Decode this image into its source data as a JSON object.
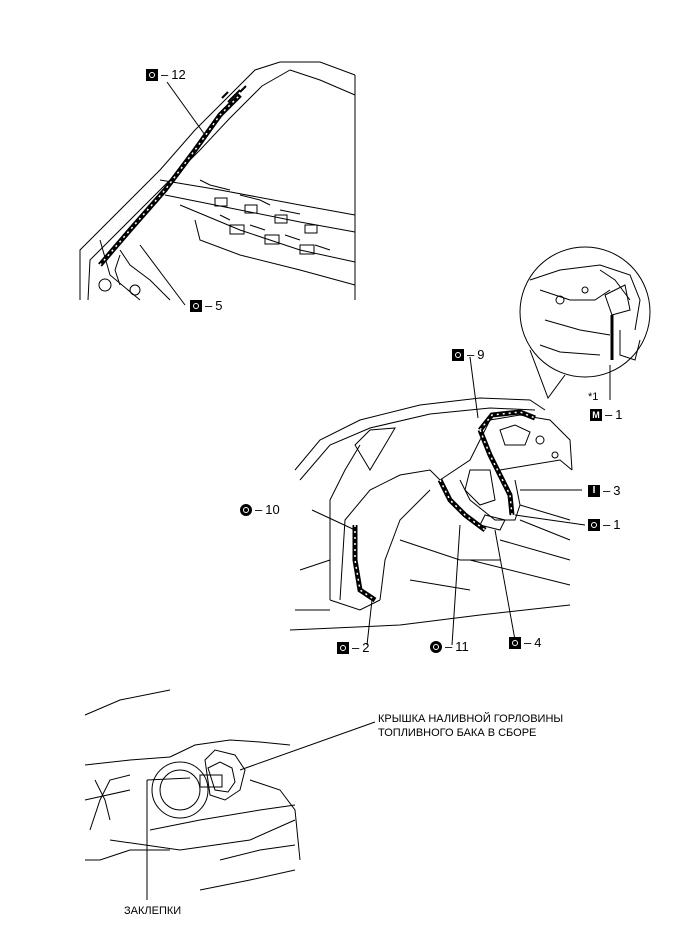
{
  "labels": {
    "l12": {
      "num": "12",
      "sym": "square-o"
    },
    "l5": {
      "num": "5",
      "sym": "square-o"
    },
    "l9": {
      "num": "9",
      "sym": "square-o"
    },
    "l10": {
      "num": "10",
      "sym": "circle-o"
    },
    "l2": {
      "num": "2",
      "sym": "square-o"
    },
    "l11": {
      "num": "11",
      "sym": "circle-o"
    },
    "l4": {
      "num": "4",
      "sym": "square-o"
    },
    "l3": {
      "num": "3",
      "sym": "square-i"
    },
    "l1": {
      "num": "1",
      "sym": "square-o"
    },
    "lm1": {
      "num": "1",
      "sym": "square-m"
    }
  },
  "star_note": "*1",
  "dash": "–",
  "fuel_lid_line1": "КРЫШКА НАЛИВНОЙ ГОРЛОВИНЫ",
  "fuel_lid_line2": "ТОПЛИВНОГО БАКА В СБОРЕ",
  "rivets": "ЗАКЛЕПКИ"
}
